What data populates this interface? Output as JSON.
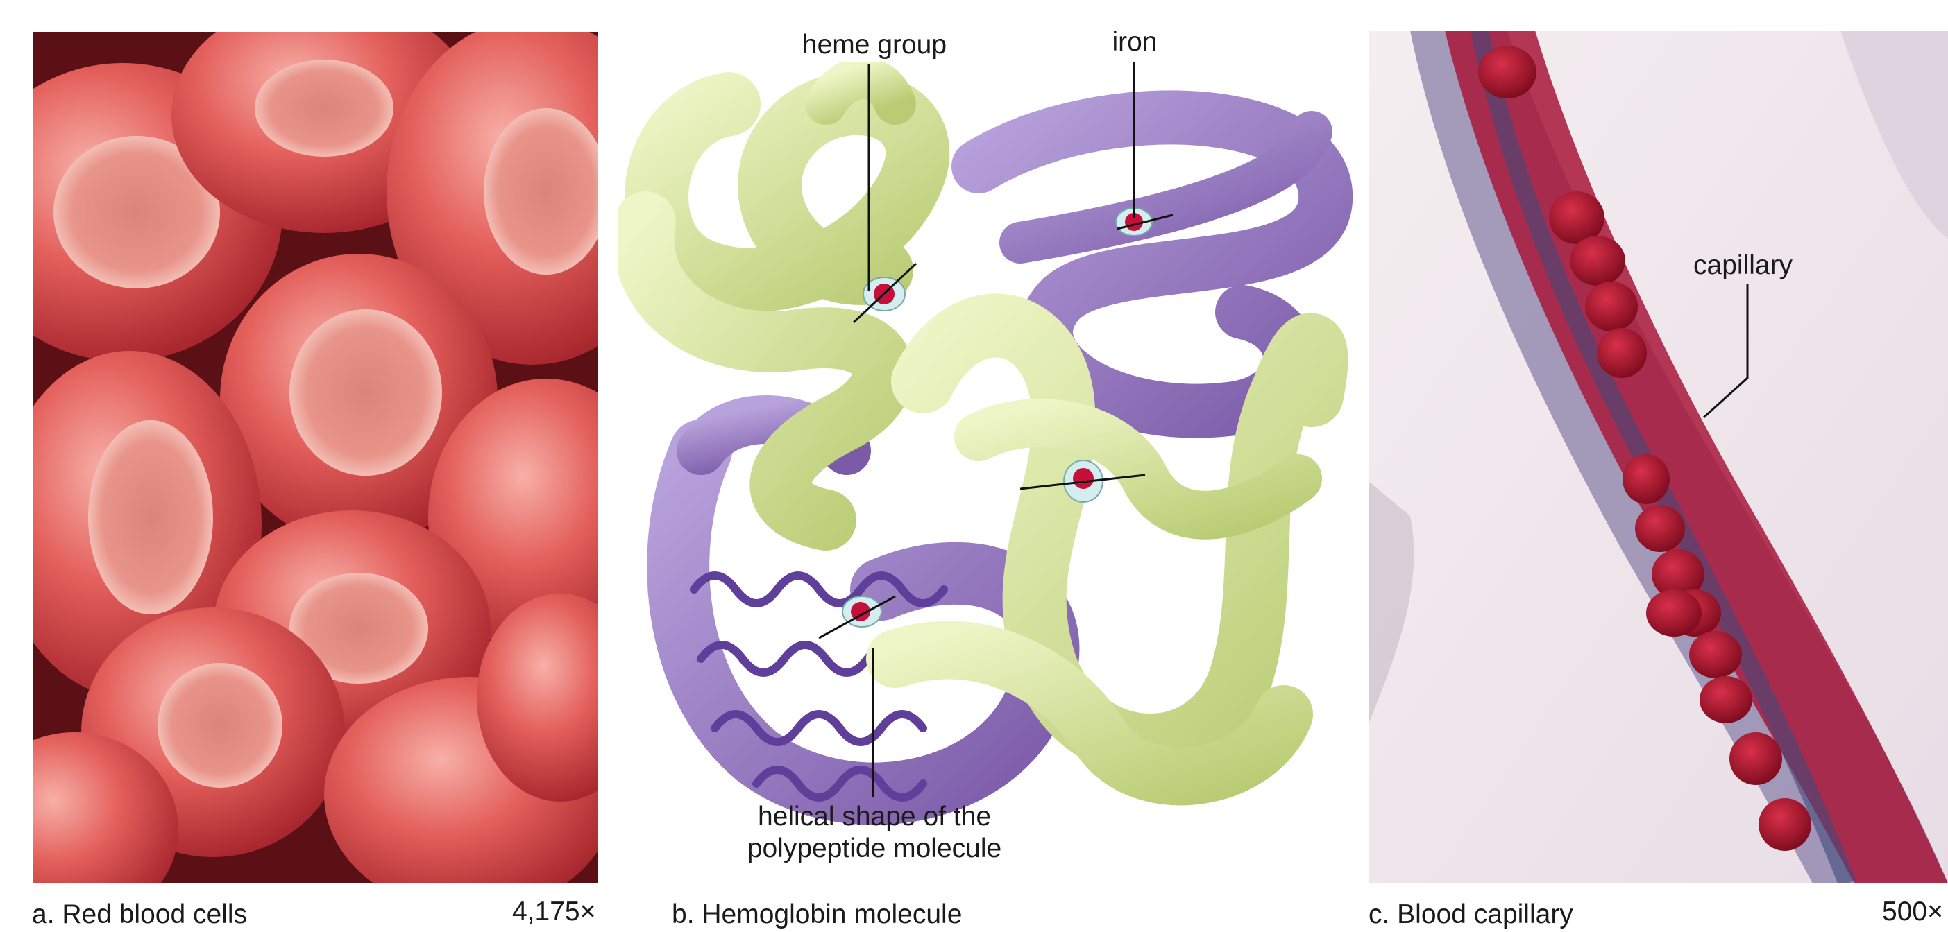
{
  "panels": {
    "a": {
      "caption": "a. Red blood cells",
      "magnification": "4,175×"
    },
    "b": {
      "caption": "b. Hemoglobin molecule"
    },
    "c": {
      "caption": "c. Blood capillary",
      "magnification": "500×"
    }
  },
  "labels": {
    "heme_group": "heme group",
    "iron": "iron",
    "helical_line1": "helical shape of the",
    "helical_line2": "polypeptide molecule",
    "capillary": "capillary"
  },
  "colors": {
    "rbc_red": "#e0484a",
    "globin_green": "#d8e79a",
    "globin_purple": "#9a7cc4",
    "heme_red": "#c4103a",
    "stain_red": "#b0102a"
  }
}
